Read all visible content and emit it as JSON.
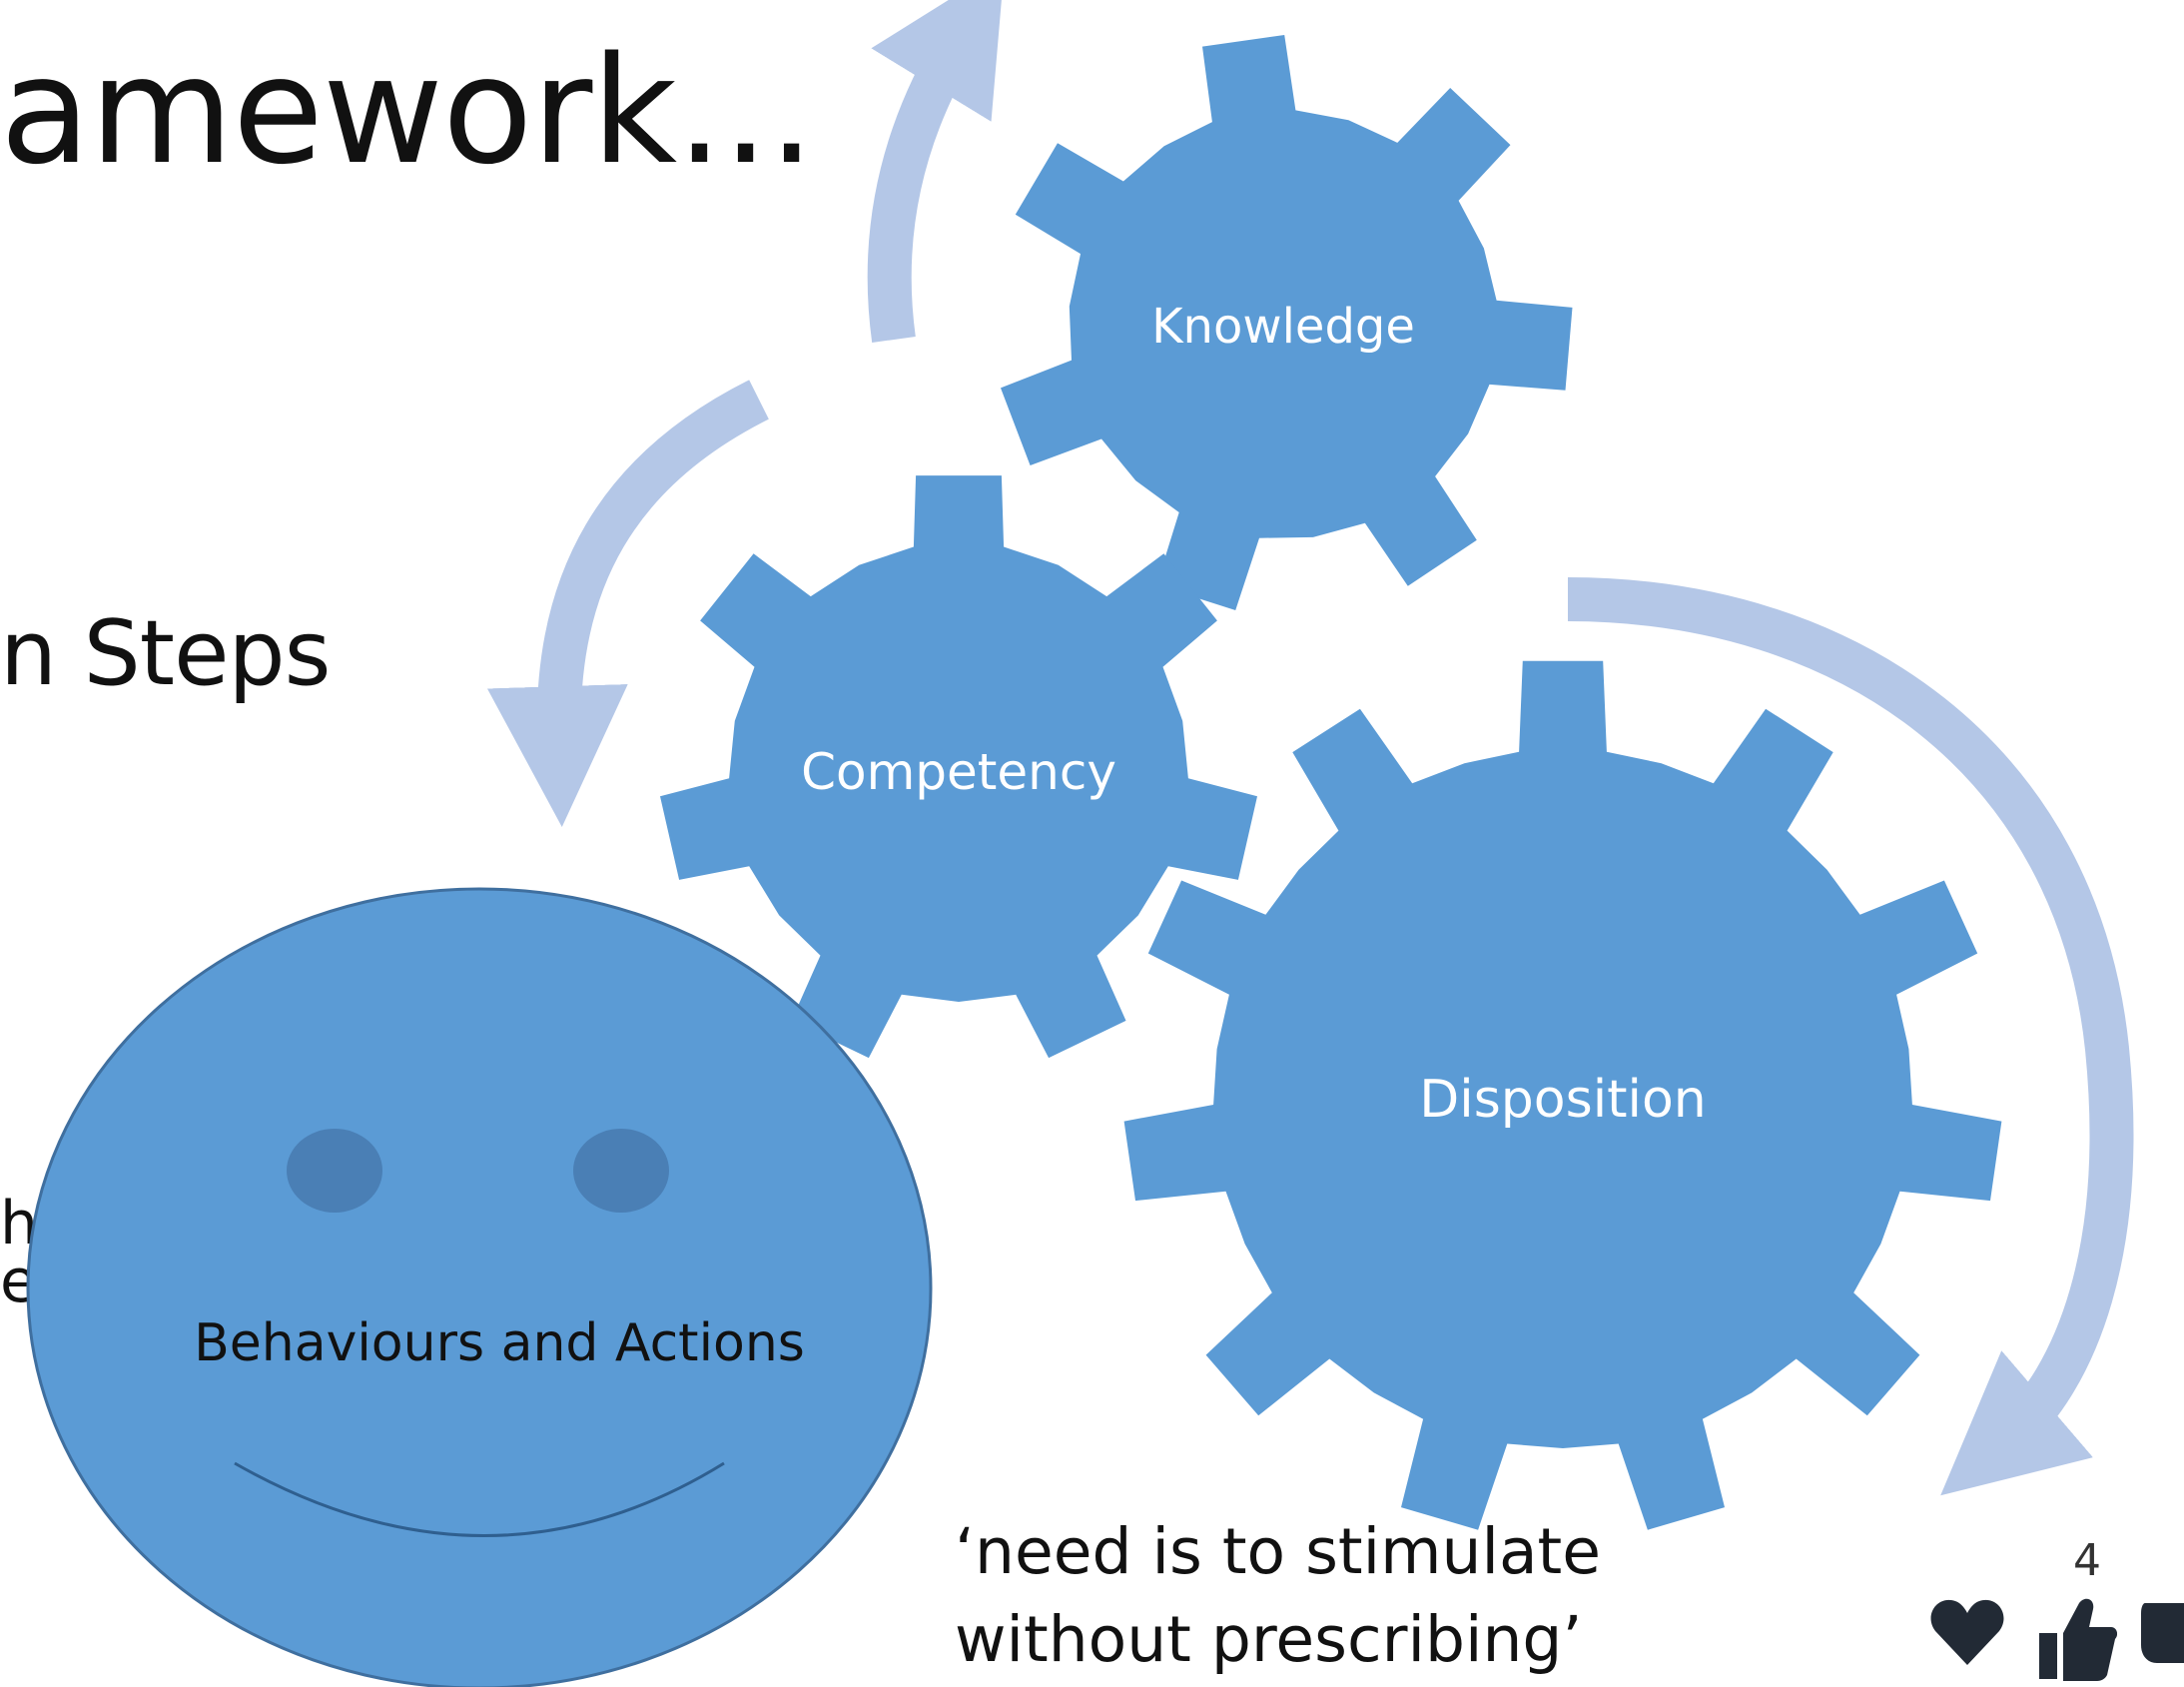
{
  "slide": {
    "title_fragment": "amework...",
    "subtitle_fragment": "n Steps",
    "clipped_fragment_1": "h",
    "clipped_fragment_2": "e",
    "quote_line1": "‘need is to stimulate",
    "quote_line2": "without prescribing’",
    "slide_number": "4"
  },
  "diagram": {
    "gears": [
      {
        "id": "knowledge",
        "label": "Knowledge"
      },
      {
        "id": "competency",
        "label": "Competency"
      },
      {
        "id": "disposition",
        "label": "Disposition"
      }
    ],
    "face": {
      "label": "Behaviours and Actions"
    }
  },
  "reactions": [
    {
      "name": "heart-icon"
    },
    {
      "name": "thumbs-up-icon"
    },
    {
      "name": "thumbs-down-icon"
    }
  ],
  "colors": {
    "gear": "#5b9bd5",
    "arrow": "#b4c7e7",
    "face": "#5b9bd5",
    "face_outline": "#3f6f9f",
    "eye": "#4a7fb5",
    "reaction": "#222a35"
  }
}
